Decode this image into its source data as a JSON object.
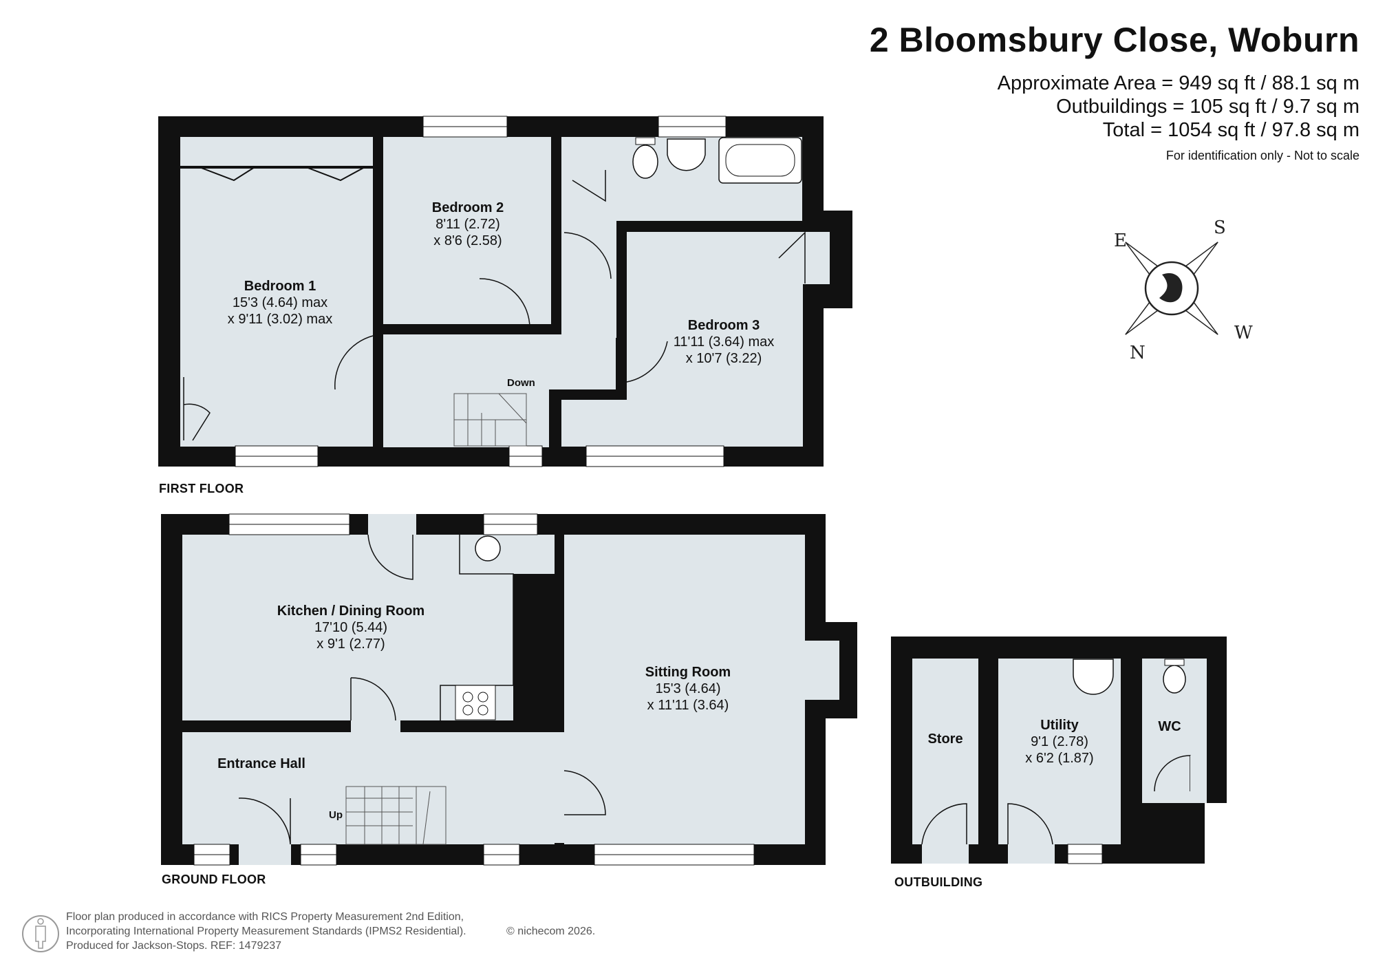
{
  "header": {
    "title": "2 Bloomsbury Close, Woburn",
    "approx_area": "Approximate Area = 949 sq ft / 88.1 sq m",
    "outbuildings": "Outbuildings = 105 sq ft / 9.7 sq m",
    "total": "Total = 1054 sq ft / 97.8 sq m",
    "disclaimer": "For identification only - Not to scale"
  },
  "floors": {
    "first": "FIRST FLOOR",
    "ground": "GROUND FLOOR",
    "outbuilding": "OUTBUILDING"
  },
  "rooms": {
    "bedroom1": {
      "name": "Bedroom 1",
      "dim1": "15'3 (4.64) max",
      "dim2": "x 9'11 (3.02) max"
    },
    "bedroom2": {
      "name": "Bedroom 2",
      "dim1": "8'11 (2.72)",
      "dim2": "x 8'6 (2.58)"
    },
    "bedroom3": {
      "name": "Bedroom 3",
      "dim1": "11'11 (3.64) max",
      "dim2": "x 10'7 (3.22)"
    },
    "kitchen": {
      "name": "Kitchen / Dining Room",
      "dim1": "17'10 (5.44)",
      "dim2": "x 9'1 (2.77)"
    },
    "sitting": {
      "name": "Sitting Room",
      "dim1": "15'3 (4.64)",
      "dim2": "x 11'11 (3.64)"
    },
    "hall": {
      "name": "Entrance Hall"
    },
    "store": {
      "name": "Store"
    },
    "utility": {
      "name": "Utility",
      "dim1": "9'1 (2.78)",
      "dim2": "x 6'2 (1.87)"
    },
    "wc": {
      "name": "WC"
    }
  },
  "stairs": {
    "down": "Down",
    "up": "Up"
  },
  "compass": {
    "e": "E",
    "s": "S",
    "w": "W",
    "n": "N"
  },
  "footer": {
    "line1": "Floor plan produced in accordance with RICS Property Measurement 2nd Edition,",
    "line2": "Incorporating International Property Measurement Standards (IPMS2 Residential).",
    "line3": "Produced for Jackson-Stops.  REF:  1479237",
    "copyright": "© nichecom 2026."
  },
  "colors": {
    "wall": "#111111",
    "floor": "#dfe6ea",
    "window": "#ffffff"
  }
}
